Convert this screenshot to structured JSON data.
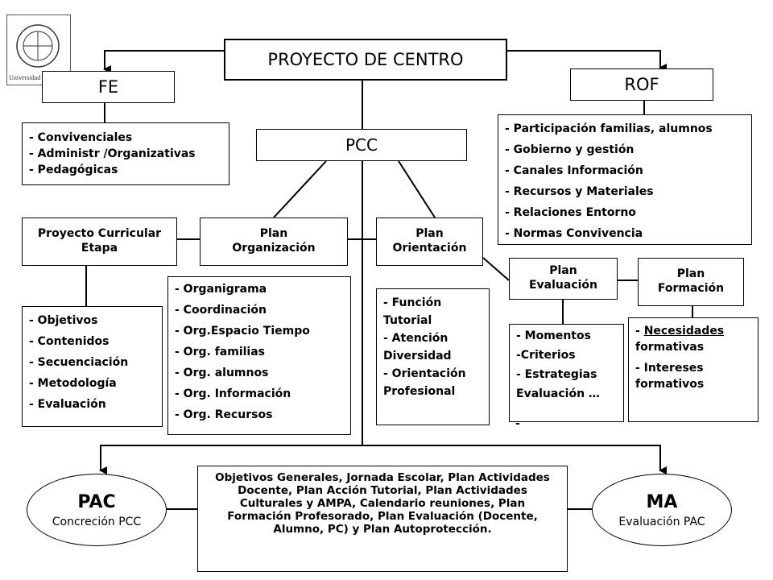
{
  "logo": {
    "text": "Universidad de Huelva"
  },
  "proyecto": "PROYECTO DE CENTRO",
  "fe": {
    "title": "FE",
    "items": [
      "- Convivenciales",
      "- Administr /Organizativas",
      "- Pedagógicas"
    ]
  },
  "rof": {
    "title": "ROF",
    "items": [
      "- Participación familias, alumnos",
      "- Gobierno y gestión",
      "- Canales Información",
      "- Recursos y Materiales",
      "- Relaciones Entorno",
      "- Normas Convivencia"
    ]
  },
  "pcc": "PCC",
  "pce": {
    "title1": "Proyecto Curricular",
    "title2": "Etapa",
    "items": [
      "- Objetivos",
      "- Contenidos",
      "- Secuenciación",
      "- Metodología",
      "- Evaluación"
    ]
  },
  "porg": {
    "title1": "Plan",
    "title2": "Organización",
    "items": [
      "- Organigrama",
      "- Coordinación",
      "- Org.Espacio Tiempo",
      "- Org. familias",
      "- Org. alumnos",
      "- Org. Información",
      "- Org. Recursos"
    ]
  },
  "pori": {
    "title1": "Plan",
    "title2": "Orientación",
    "items": [
      "- Función",
      "Tutorial",
      "- Atención",
      "Diversidad",
      "- Orientación",
      "Profesional"
    ]
  },
  "peva": {
    "title1": "Plan",
    "title2": "Evaluación",
    "items": [
      "- Momentos",
      "-Criterios",
      "- Estrategias",
      "Evaluación …",
      "-"
    ]
  },
  "pfor": {
    "title1": "Plan",
    "title2": "Formación",
    "items": [
      "- ",
      "Necesidades",
      "formativas",
      "- Intereses",
      "formativos"
    ]
  },
  "pac": {
    "title": "PAC",
    "sub": "Concreción PCC"
  },
  "ma": {
    "title": "MA",
    "sub": "Evaluación PAC"
  },
  "objetivos": "Objetivos Generales, Jornada Escolar, Plan Actividades Docente, Plan Acción Tutorial, Plan Actividades Culturales y AMPA, Calendario reuniones, Plan Formación Profesorado, Plan Evaluación (Docente, Alumno, PC) y Plan Autoprotección."
}
